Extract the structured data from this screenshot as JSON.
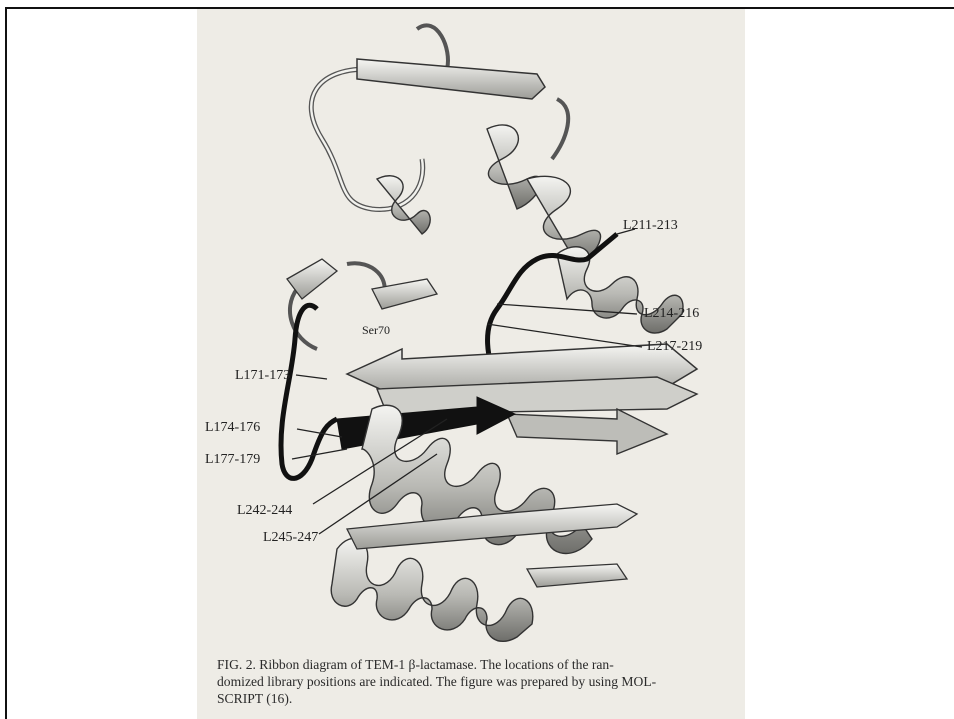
{
  "labels": {
    "l211": "L211-213",
    "l214": "L214-216",
    "l217": "L217-219",
    "ser70": "Ser70",
    "l171": "L171-173",
    "l174": "L174-176",
    "l177": "L177-179",
    "l242": "L242-244",
    "l245": "L245-247"
  },
  "caption": {
    "line1": "FIG. 2. Ribbon diagram of TEM-1 β-lactamase. The locations of the ran-",
    "line2": "domized library positions are indicated. The figure was prepared by using MOL-",
    "line3": "SCRIPT (16)."
  }
}
